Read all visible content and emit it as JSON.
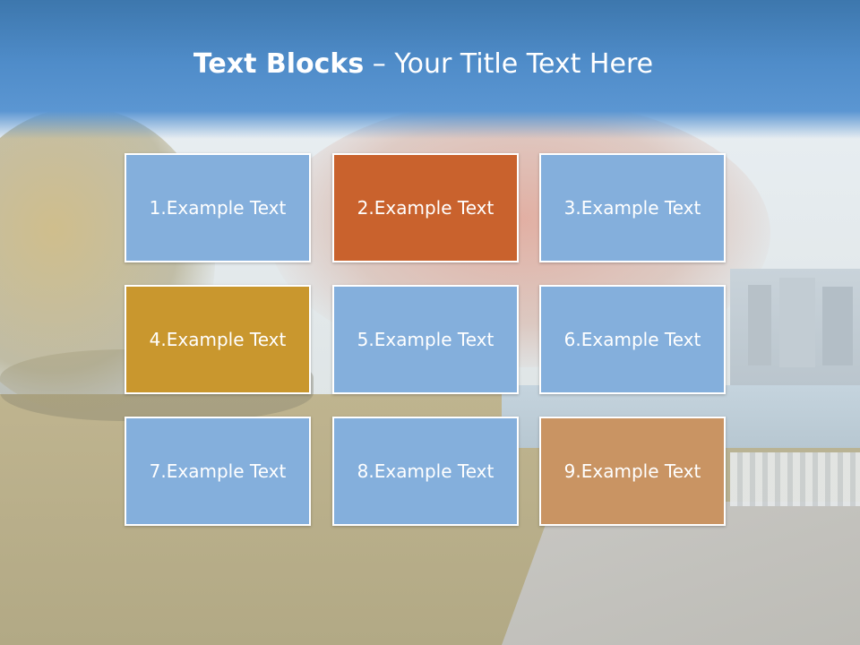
{
  "slide": {
    "title_bold": "Text Blocks",
    "title_separator": " – ",
    "title_rest": "Your Title Text Here"
  },
  "colors": {
    "title_bar": "#4f8cc9",
    "block_blue": "#84afdc",
    "block_orange": "#c9622d",
    "block_gold": "#c9972e",
    "block_tan": "#c99463",
    "border": "#ffffff",
    "text": "#ffffff"
  },
  "blocks": [
    {
      "label": "1.Example Text",
      "color": "#84afdc"
    },
    {
      "label": "2.Example Text",
      "color": "#c9622d"
    },
    {
      "label": "3.Example Text",
      "color": "#84afdc"
    },
    {
      "label": "4.Example Text",
      "color": "#c9972e"
    },
    {
      "label": "5.Example Text",
      "color": "#84afdc"
    },
    {
      "label": "6.Example Text",
      "color": "#84afdc"
    },
    {
      "label": "7.Example Text",
      "color": "#84afdc"
    },
    {
      "label": "8.Example Text",
      "color": "#84afdc"
    },
    {
      "label": "9.Example Text",
      "color": "#c99463"
    }
  ]
}
